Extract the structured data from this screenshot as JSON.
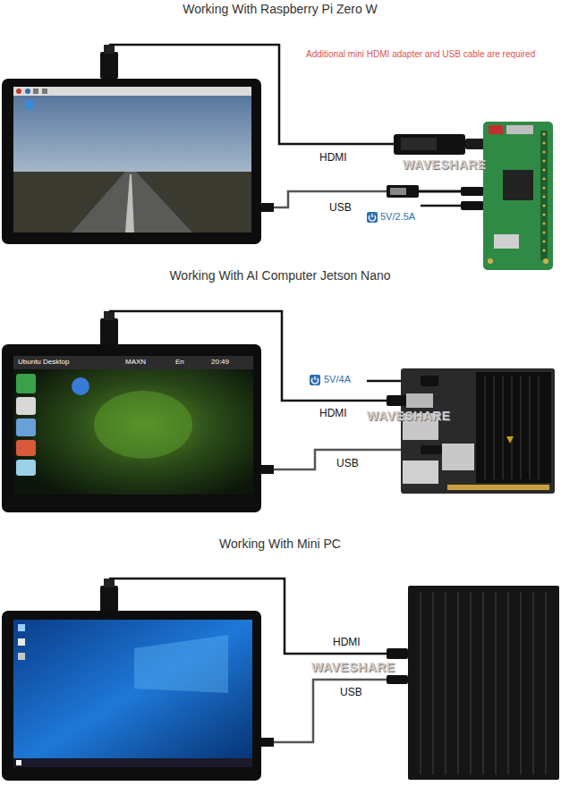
{
  "diagram": {
    "labels": [
      "Working With Raspberry Pi Zero W",
      "Additional mini HDMI adapter and USB cable are required",
      "HDMI",
      "WAVESHARE",
      "USB",
      "5V/2.5A",
      "Working With AI Computer Jetson Nano",
      "Ubuntu Desktop",
      "MAXN",
      "En",
      "20:49",
      "5V/4A",
      "HDMI",
      "WAVESHARE",
      "USB",
      "Working With Mini PC",
      "HDMI",
      "WAVESHARE",
      "USB"
    ]
  }
}
